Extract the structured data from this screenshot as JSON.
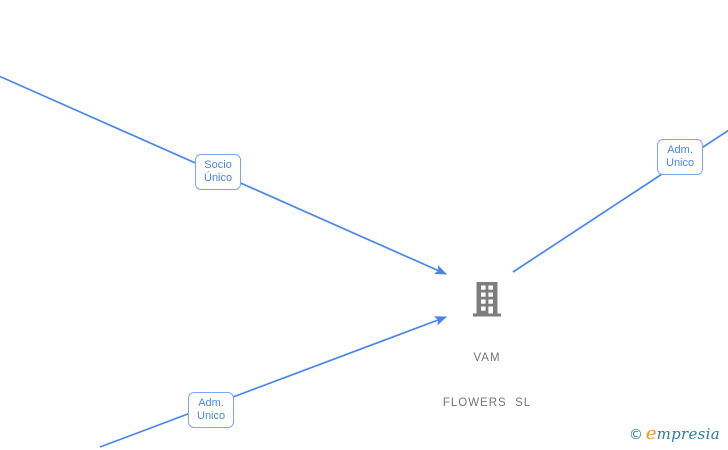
{
  "diagram": {
    "type": "corporate-relationship-graph",
    "company": {
      "name_line1": "VAM",
      "name_line2": "FLOWERS  SL",
      "icon": "building-icon"
    },
    "labels": [
      {
        "id": "socio-unico",
        "line1": "Socio",
        "line2": "Único"
      },
      {
        "id": "adm-unico-top",
        "line1": "Adm.",
        "line2": "Unico"
      },
      {
        "id": "adm-unico-bottom",
        "line1": "Adm.",
        "line2": "Unico"
      }
    ],
    "edges": [
      {
        "from": "offscreen-top-left",
        "to": "company",
        "label": "Socio Único",
        "arrow": true
      },
      {
        "from": "offscreen-bottom-left",
        "to": "company",
        "label": "Adm. Unico",
        "arrow": true
      },
      {
        "from": "company-area",
        "to": "offscreen-top-right",
        "label": "Adm. Unico",
        "arrow": false
      }
    ],
    "colors": {
      "line": "#4a86e8",
      "label_border": "#7aa7f0",
      "label_text": "#4a86e8",
      "building": "#7d7d7d",
      "company_text": "#757575",
      "watermark_teal": "#2e7d9e",
      "watermark_orange": "#f7941e"
    }
  },
  "watermark": {
    "copyright": "©",
    "brand_initial": "e",
    "brand_rest": "mpresia"
  }
}
